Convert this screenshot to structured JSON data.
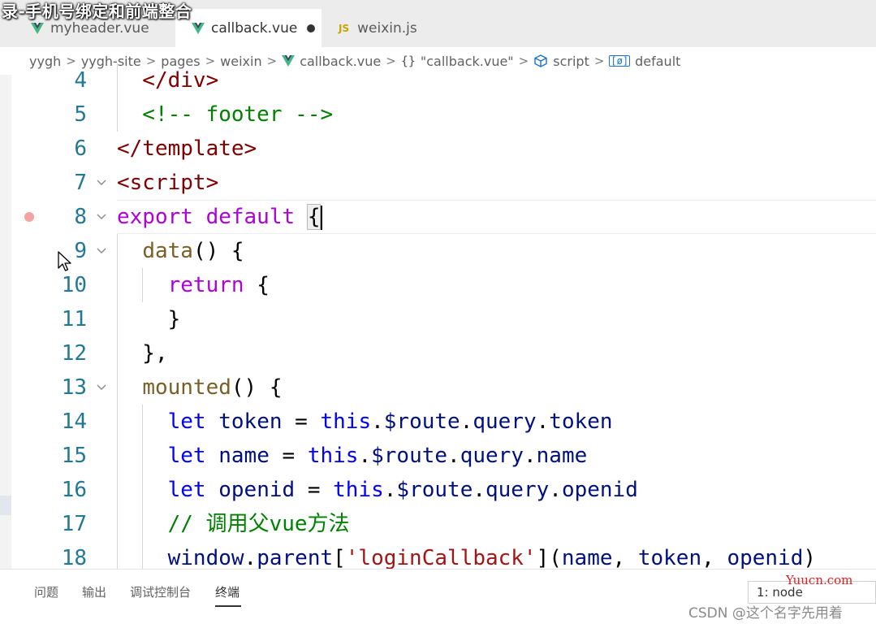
{
  "video_title": "录-手机号绑定和前端整合",
  "tabs": [
    {
      "label": "myheader.vue",
      "icon": "vue-icon",
      "active": false
    },
    {
      "label": "callback.vue",
      "icon": "vue-icon",
      "active": true,
      "modified": true
    },
    {
      "label": "weixin.js",
      "icon": "js-icon",
      "icon_text": "JS",
      "active": false
    }
  ],
  "breadcrumb": [
    {
      "label": "yygh"
    },
    {
      "label": "yygh-site"
    },
    {
      "label": "pages"
    },
    {
      "label": "weixin"
    },
    {
      "label": "callback.vue",
      "icon": "vue-icon"
    },
    {
      "label": "\"callback.vue\"",
      "icon": "braces-icon",
      "icon_text": "{}"
    },
    {
      "label": "script",
      "icon": "cube-icon"
    },
    {
      "label": "default",
      "icon": "variable-icon",
      "icon_text": "[ø]"
    }
  ],
  "editor": {
    "current_line": 8,
    "lines": [
      {
        "n": "4",
        "fold": false,
        "tokens": [
          {
            "t": "  </div>",
            "c": "t-tag"
          }
        ]
      },
      {
        "n": "5",
        "fold": false,
        "tokens": [
          {
            "t": "  <!-- footer -->",
            "c": "t-cmt"
          }
        ]
      },
      {
        "n": "6",
        "fold": false,
        "tokens": [
          {
            "t": "</template>",
            "c": "t-tag"
          }
        ]
      },
      {
        "n": "7",
        "fold": true,
        "tokens": [
          {
            "t": "<script>",
            "c": "t-tag"
          }
        ]
      },
      {
        "n": "8",
        "fold": true,
        "breakpoint": true,
        "tokens": [
          {
            "t": "export default ",
            "c": "t-kw"
          },
          {
            "t": "{",
            "c": "t-p",
            "bracket": true,
            "caret": true
          }
        ]
      },
      {
        "n": "9",
        "fold": true,
        "tokens": [
          {
            "t": "  ",
            "c": "t-p"
          },
          {
            "t": "data",
            "c": "t-fn"
          },
          {
            "t": "() {",
            "c": "t-p"
          }
        ]
      },
      {
        "n": "10",
        "fold": false,
        "tokens": [
          {
            "t": "    ",
            "c": "t-p"
          },
          {
            "t": "return",
            "c": "t-kw"
          },
          {
            "t": " {",
            "c": "t-p"
          }
        ]
      },
      {
        "n": "11",
        "fold": false,
        "tokens": [
          {
            "t": "    }",
            "c": "t-p"
          }
        ]
      },
      {
        "n": "12",
        "fold": false,
        "tokens": [
          {
            "t": "  },",
            "c": "t-p"
          }
        ]
      },
      {
        "n": "13",
        "fold": true,
        "tokens": [
          {
            "t": "  ",
            "c": "t-p"
          },
          {
            "t": "mounted",
            "c": "t-fn"
          },
          {
            "t": "() {",
            "c": "t-p"
          }
        ]
      },
      {
        "n": "14",
        "fold": false,
        "tokens": [
          {
            "t": "    ",
            "c": "t-p"
          },
          {
            "t": "let",
            "c": "t-decl"
          },
          {
            "t": " ",
            "c": "t-p"
          },
          {
            "t": "token",
            "c": "t-var"
          },
          {
            "t": " = ",
            "c": "t-p"
          },
          {
            "t": "this",
            "c": "t-decl"
          },
          {
            "t": ".",
            "c": "t-p"
          },
          {
            "t": "$route",
            "c": "t-var"
          },
          {
            "t": ".",
            "c": "t-p"
          },
          {
            "t": "query",
            "c": "t-var"
          },
          {
            "t": ".",
            "c": "t-p"
          },
          {
            "t": "token",
            "c": "t-var"
          }
        ]
      },
      {
        "n": "15",
        "fold": false,
        "tokens": [
          {
            "t": "    ",
            "c": "t-p"
          },
          {
            "t": "let",
            "c": "t-decl"
          },
          {
            "t": " ",
            "c": "t-p"
          },
          {
            "t": "name",
            "c": "t-var"
          },
          {
            "t": " = ",
            "c": "t-p"
          },
          {
            "t": "this",
            "c": "t-decl"
          },
          {
            "t": ".",
            "c": "t-p"
          },
          {
            "t": "$route",
            "c": "t-var"
          },
          {
            "t": ".",
            "c": "t-p"
          },
          {
            "t": "query",
            "c": "t-var"
          },
          {
            "t": ".",
            "c": "t-p"
          },
          {
            "t": "name",
            "c": "t-var"
          }
        ]
      },
      {
        "n": "16",
        "fold": false,
        "tokens": [
          {
            "t": "    ",
            "c": "t-p"
          },
          {
            "t": "let",
            "c": "t-decl"
          },
          {
            "t": " ",
            "c": "t-p"
          },
          {
            "t": "openid",
            "c": "t-var"
          },
          {
            "t": " = ",
            "c": "t-p"
          },
          {
            "t": "this",
            "c": "t-decl"
          },
          {
            "t": ".",
            "c": "t-p"
          },
          {
            "t": "$route",
            "c": "t-var"
          },
          {
            "t": ".",
            "c": "t-p"
          },
          {
            "t": "query",
            "c": "t-var"
          },
          {
            "t": ".",
            "c": "t-p"
          },
          {
            "t": "openid",
            "c": "t-var"
          }
        ]
      },
      {
        "n": "17",
        "fold": false,
        "tokens": [
          {
            "t": "    // 调用父vue方法",
            "c": "t-cmt"
          }
        ]
      },
      {
        "n": "18",
        "fold": false,
        "tokens": [
          {
            "t": "    ",
            "c": "t-p"
          },
          {
            "t": "window",
            "c": "t-var"
          },
          {
            "t": ".",
            "c": "t-p"
          },
          {
            "t": "parent",
            "c": "t-var"
          },
          {
            "t": "[",
            "c": "t-p"
          },
          {
            "t": "'loginCallback'",
            "c": "t-str"
          },
          {
            "t": "](",
            "c": "t-p"
          },
          {
            "t": "name",
            "c": "t-var"
          },
          {
            "t": ", ",
            "c": "t-p"
          },
          {
            "t": "token",
            "c": "t-var"
          },
          {
            "t": ", ",
            "c": "t-p"
          },
          {
            "t": "openid",
            "c": "t-var"
          },
          {
            "t": ")",
            "c": "t-p"
          }
        ]
      }
    ]
  },
  "panel": {
    "tabs": [
      {
        "label": "问题",
        "active": false
      },
      {
        "label": "输出",
        "active": false
      },
      {
        "label": "调试控制台",
        "active": false
      },
      {
        "label": "终端",
        "active": true
      }
    ],
    "terminal_select": "1: node"
  },
  "watermarks": {
    "site": "Yuucn.com",
    "csdn": "CSDN @这个名字先用着"
  },
  "colors": {
    "line_number": "#237893",
    "tag": "#800000",
    "comment": "#008000",
    "keyword": "#af00db",
    "declaration": "#0000ff",
    "function": "#795e26",
    "variable": "#001080",
    "string": "#a31515",
    "breakpoint": "#f3a3a0"
  }
}
